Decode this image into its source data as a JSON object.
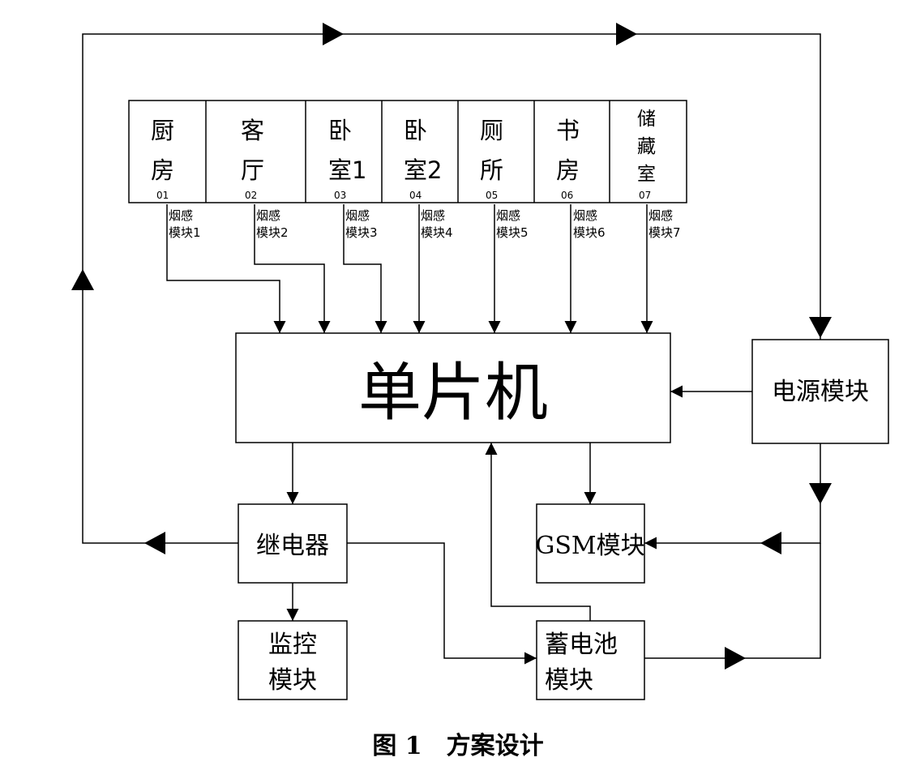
{
  "rooms": [
    {
      "line1": "厨",
      "line2": "房",
      "num": "01",
      "sensor1": "烟感",
      "sensor2": "模块1"
    },
    {
      "line1": "客",
      "line2": "厅",
      "num": "02",
      "sensor1": "烟感",
      "sensor2": "模块2"
    },
    {
      "line1": "卧",
      "line2": "室1",
      "num": "03",
      "sensor1": "烟感",
      "sensor2": "模块3"
    },
    {
      "line1": "卧",
      "line2": "室2",
      "num": "04",
      "sensor1": "烟感",
      "sensor2": "模块4"
    },
    {
      "line1": "厕",
      "line2": "所",
      "num": "05",
      "sensor1": "烟感",
      "sensor2": "模块5"
    },
    {
      "line1": "书",
      "line2": "房",
      "num": "06",
      "sensor1": "烟感",
      "sensor2": "模块6"
    },
    {
      "line1": "储",
      "line2": "藏",
      "line3": "室",
      "num": "07",
      "sensor1": "烟感",
      "sensor2": "模块7"
    }
  ],
  "blocks": {
    "mcu": "单片机",
    "power": "电源模块",
    "relay": "继电器",
    "gsm": "GSM模块",
    "monitor_line1": "监控",
    "monitor_line2": "模块",
    "battery_line1": "蓄电池",
    "battery_line2": "模块"
  },
  "caption": "图 1　方案设计"
}
